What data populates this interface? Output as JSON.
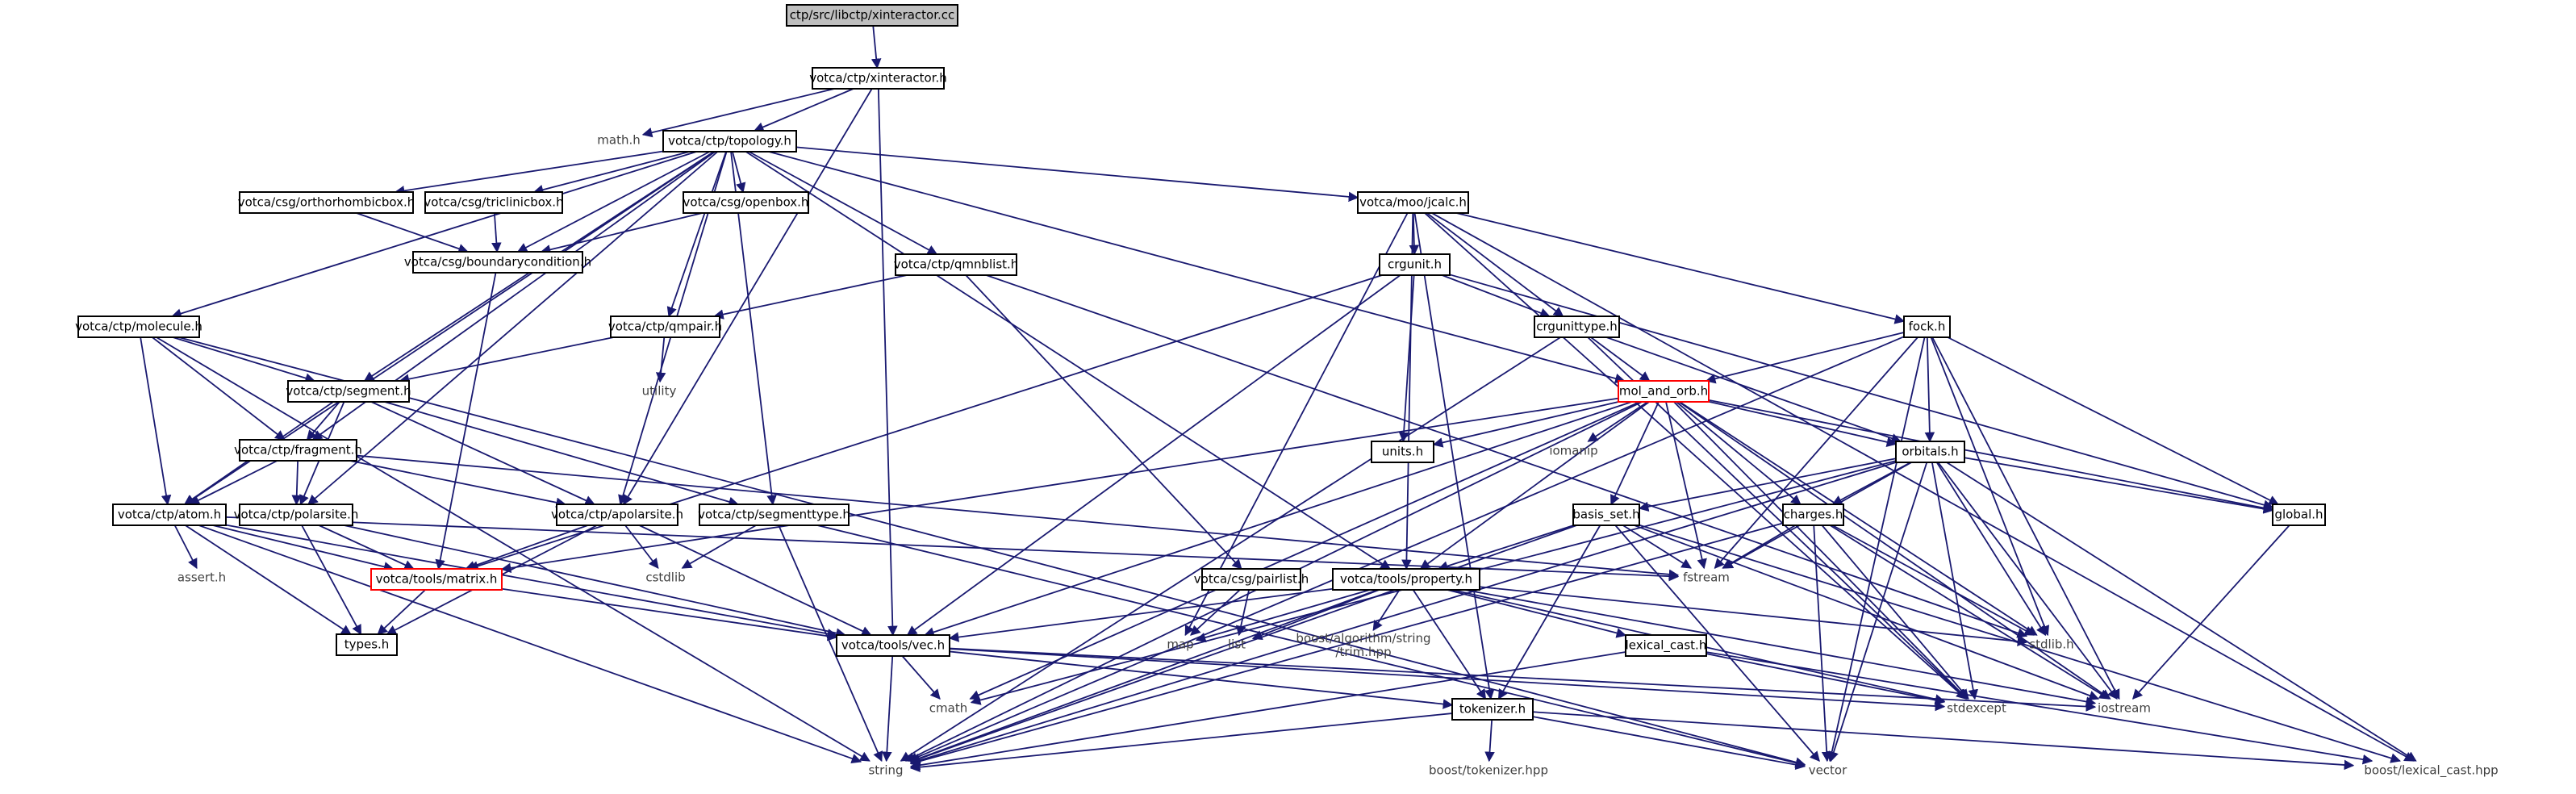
{
  "diagram": {
    "nodes": {
      "root": {
        "label": "ctp/src/libctp/xinteractor.cc",
        "style": "root"
      },
      "xinteractor": {
        "label": "votca/ctp/xinteractor.h",
        "style": "std"
      },
      "math": {
        "label": "math.h",
        "style": "plain"
      },
      "topology": {
        "label": "votca/ctp/topology.h",
        "style": "std"
      },
      "ortho": {
        "label": "votca/csg/orthorhombicbox.h",
        "style": "std"
      },
      "tricl": {
        "label": "votca/csg/triclinicbox.h",
        "style": "std"
      },
      "openbox": {
        "label": "votca/csg/openbox.h",
        "style": "std"
      },
      "bcond": {
        "label": "votca/csg/boundarycondition.h",
        "style": "std"
      },
      "qmnblist": {
        "label": "votca/ctp/qmnblist.h",
        "style": "std"
      },
      "qmpair": {
        "label": "votca/ctp/qmpair.h",
        "style": "std"
      },
      "utility": {
        "label": "utility",
        "style": "plain"
      },
      "molecule": {
        "label": "votca/ctp/molecule.h",
        "style": "std"
      },
      "segment": {
        "label": "votca/ctp/segment.h",
        "style": "std"
      },
      "fragment": {
        "label": "votca/ctp/fragment.h",
        "style": "std"
      },
      "atom": {
        "label": "votca/ctp/atom.h",
        "style": "std"
      },
      "polarsite": {
        "label": "votca/ctp/polarsite.h",
        "style": "std"
      },
      "apolarsite": {
        "label": "votca/ctp/apolarsite.h",
        "style": "std"
      },
      "segtype": {
        "label": "votca/ctp/segmenttype.h",
        "style": "std"
      },
      "matrix": {
        "label": "votca/tools/matrix.h",
        "style": "warn"
      },
      "assert": {
        "label": "assert.h",
        "style": "plain"
      },
      "types": {
        "label": "types.h",
        "style": "std"
      },
      "cstdlib": {
        "label": "cstdlib",
        "style": "plain"
      },
      "jcalc": {
        "label": "votca/moo/jcalc.h",
        "style": "std"
      },
      "crgunit": {
        "label": "crgunit.h",
        "style": "std"
      },
      "crgunittype": {
        "label": "crgunittype.h",
        "style": "std"
      },
      "fock": {
        "label": "fock.h",
        "style": "std"
      },
      "molorb": {
        "label": "mol_and_orb.h",
        "style": "warn"
      },
      "units": {
        "label": "units.h",
        "style": "std"
      },
      "iomanip": {
        "label": "iomanip",
        "style": "plain"
      },
      "orbitals": {
        "label": "orbitals.h",
        "style": "std"
      },
      "global": {
        "label": "global.h",
        "style": "std"
      },
      "basisset": {
        "label": "basis_set.h",
        "style": "std"
      },
      "charges": {
        "label": "charges.h",
        "style": "std"
      },
      "fstream": {
        "label": "fstream",
        "style": "plain"
      },
      "pairlist": {
        "label": "votca/csg/pairlist.h",
        "style": "std"
      },
      "property": {
        "label": "votca/tools/property.h",
        "style": "std"
      },
      "map": {
        "label": "map",
        "style": "plain"
      },
      "list": {
        "label": "list",
        "style": "plain"
      },
      "boosttrim": {
        "label": "boost/algorithm/string\n/trim.hpp",
        "style": "plain"
      },
      "lexicalcast": {
        "label": "lexical_cast.h",
        "style": "std"
      },
      "stdlib": {
        "label": "stdlib.h",
        "style": "plain"
      },
      "vec": {
        "label": "votca/tools/vec.h",
        "style": "std"
      },
      "cmath": {
        "label": "cmath",
        "style": "plain"
      },
      "tokenizer": {
        "label": "tokenizer.h",
        "style": "std"
      },
      "stdexcept": {
        "label": "stdexcept",
        "style": "plain"
      },
      "iostream": {
        "label": "iostream",
        "style": "plain"
      },
      "string": {
        "label": "string",
        "style": "plain"
      },
      "boosttok": {
        "label": "boost/tokenizer.hpp",
        "style": "plain"
      },
      "vector": {
        "label": "vector",
        "style": "plain"
      },
      "boostlex": {
        "label": "boost/lexical_cast.hpp",
        "style": "plain"
      }
    },
    "edges": [
      [
        "root",
        "xinteractor"
      ],
      [
        "xinteractor",
        "math"
      ],
      [
        "xinteractor",
        "topology"
      ],
      [
        "xinteractor",
        "apolarsite"
      ],
      [
        "xinteractor",
        "vec"
      ],
      [
        "topology",
        "ortho"
      ],
      [
        "topology",
        "tricl"
      ],
      [
        "topology",
        "openbox"
      ],
      [
        "topology",
        "bcond"
      ],
      [
        "topology",
        "qmnblist"
      ],
      [
        "topology",
        "qmpair"
      ],
      [
        "topology",
        "molecule"
      ],
      [
        "topology",
        "segment"
      ],
      [
        "topology",
        "fragment"
      ],
      [
        "topology",
        "atom"
      ],
      [
        "topology",
        "polarsite"
      ],
      [
        "topology",
        "apolarsite"
      ],
      [
        "topology",
        "segtype"
      ],
      [
        "topology",
        "jcalc"
      ],
      [
        "topology",
        "molorb"
      ],
      [
        "topology",
        "property"
      ],
      [
        "ortho",
        "bcond"
      ],
      [
        "tricl",
        "bcond"
      ],
      [
        "openbox",
        "bcond"
      ],
      [
        "bcond",
        "matrix"
      ],
      [
        "qmnblist",
        "qmpair"
      ],
      [
        "qmnblist",
        "pairlist"
      ],
      [
        "qmnblist",
        "stdlib"
      ],
      [
        "qmpair",
        "utility"
      ],
      [
        "qmpair",
        "segment"
      ],
      [
        "molecule",
        "segment"
      ],
      [
        "molecule",
        "fragment"
      ],
      [
        "molecule",
        "atom"
      ],
      [
        "molecule",
        "string"
      ],
      [
        "molecule",
        "vector"
      ],
      [
        "segment",
        "fragment"
      ],
      [
        "segment",
        "atom"
      ],
      [
        "segment",
        "polarsite"
      ],
      [
        "segment",
        "apolarsite"
      ],
      [
        "segment",
        "segtype"
      ],
      [
        "fragment",
        "atom"
      ],
      [
        "fragment",
        "polarsite"
      ],
      [
        "fragment",
        "apolarsite"
      ],
      [
        "fragment",
        "fstream"
      ],
      [
        "atom",
        "matrix"
      ],
      [
        "atom",
        "assert"
      ],
      [
        "atom",
        "types"
      ],
      [
        "atom",
        "vec"
      ],
      [
        "atom",
        "string"
      ],
      [
        "atom",
        "fstream"
      ],
      [
        "polarsite",
        "matrix"
      ],
      [
        "polarsite",
        "types"
      ],
      [
        "polarsite",
        "vec"
      ],
      [
        "apolarsite",
        "matrix"
      ],
      [
        "apolarsite",
        "types"
      ],
      [
        "apolarsite",
        "cstdlib"
      ],
      [
        "apolarsite",
        "vec"
      ],
      [
        "segtype",
        "cstdlib"
      ],
      [
        "segtype",
        "string"
      ],
      [
        "segtype",
        "vector"
      ],
      [
        "matrix",
        "types"
      ],
      [
        "matrix",
        "vec"
      ],
      [
        "jcalc",
        "crgunit"
      ],
      [
        "jcalc",
        "crgunittype"
      ],
      [
        "jcalc",
        "fock"
      ],
      [
        "jcalc",
        "map"
      ],
      [
        "jcalc",
        "property"
      ],
      [
        "jcalc",
        "tokenizer"
      ],
      [
        "jcalc",
        "stdexcept"
      ],
      [
        "jcalc",
        "boostlex"
      ],
      [
        "crgunit",
        "crgunittype"
      ],
      [
        "crgunit",
        "units"
      ],
      [
        "crgunit",
        "vec"
      ],
      [
        "crgunit",
        "matrix"
      ],
      [
        "crgunit",
        "global"
      ],
      [
        "crgunittype",
        "molorb"
      ],
      [
        "crgunittype",
        "orbitals"
      ],
      [
        "crgunittype",
        "string"
      ],
      [
        "crgunittype",
        "stdexcept"
      ],
      [
        "fock",
        "molorb"
      ],
      [
        "fock",
        "orbitals"
      ],
      [
        "fock",
        "global"
      ],
      [
        "fock",
        "fstream"
      ],
      [
        "fock",
        "stdlib"
      ],
      [
        "fock",
        "iostream"
      ],
      [
        "fock",
        "vector"
      ],
      [
        "fock",
        "string"
      ],
      [
        "molorb",
        "units"
      ],
      [
        "molorb",
        "iomanip"
      ],
      [
        "molorb",
        "basisset"
      ],
      [
        "molorb",
        "charges"
      ],
      [
        "molorb",
        "orbitals"
      ],
      [
        "molorb",
        "global"
      ],
      [
        "molorb",
        "fstream"
      ],
      [
        "molorb",
        "stdlib"
      ],
      [
        "molorb",
        "iostream"
      ],
      [
        "molorb",
        "vec"
      ],
      [
        "molorb",
        "matrix"
      ],
      [
        "molorb",
        "property"
      ],
      [
        "molorb",
        "string"
      ],
      [
        "molorb",
        "cmath"
      ],
      [
        "molorb",
        "stdexcept"
      ],
      [
        "orbitals",
        "basisset"
      ],
      [
        "orbitals",
        "charges"
      ],
      [
        "orbitals",
        "global"
      ],
      [
        "orbitals",
        "fstream"
      ],
      [
        "orbitals",
        "stdlib"
      ],
      [
        "orbitals",
        "stdexcept"
      ],
      [
        "orbitals",
        "iostream"
      ],
      [
        "orbitals",
        "vector"
      ],
      [
        "orbitals",
        "boostlex"
      ],
      [
        "orbitals",
        "string"
      ],
      [
        "orbitals",
        "cmath"
      ],
      [
        "basisset",
        "property"
      ],
      [
        "basisset",
        "tokenizer"
      ],
      [
        "basisset",
        "fstream"
      ],
      [
        "basisset",
        "string"
      ],
      [
        "basisset",
        "vector"
      ],
      [
        "basisset",
        "iostream"
      ],
      [
        "basisset",
        "boostlex"
      ],
      [
        "charges",
        "fstream"
      ],
      [
        "charges",
        "stdlib"
      ],
      [
        "charges",
        "iostream"
      ],
      [
        "charges",
        "vector"
      ],
      [
        "charges",
        "string"
      ],
      [
        "charges",
        "stdexcept"
      ],
      [
        "pairlist",
        "map"
      ],
      [
        "pairlist",
        "list"
      ],
      [
        "property",
        "map"
      ],
      [
        "property",
        "list"
      ],
      [
        "property",
        "boosttrim"
      ],
      [
        "property",
        "lexicalcast"
      ],
      [
        "property",
        "stdlib"
      ],
      [
        "property",
        "vec"
      ],
      [
        "property",
        "tokenizer"
      ],
      [
        "property",
        "string"
      ],
      [
        "property",
        "stdexcept"
      ],
      [
        "property",
        "iostream"
      ],
      [
        "lexicalcast",
        "string"
      ],
      [
        "lexicalcast",
        "stdexcept"
      ],
      [
        "lexicalcast",
        "boostlex"
      ],
      [
        "vec",
        "cmath"
      ],
      [
        "vec",
        "string"
      ],
      [
        "vec",
        "tokenizer"
      ],
      [
        "vec",
        "stdexcept"
      ],
      [
        "vec",
        "iostream"
      ],
      [
        "tokenizer",
        "string"
      ],
      [
        "tokenizer",
        "vector"
      ],
      [
        "tokenizer",
        "boosttok"
      ],
      [
        "tokenizer",
        "boostlex"
      ],
      [
        "global",
        "iostream"
      ]
    ]
  }
}
